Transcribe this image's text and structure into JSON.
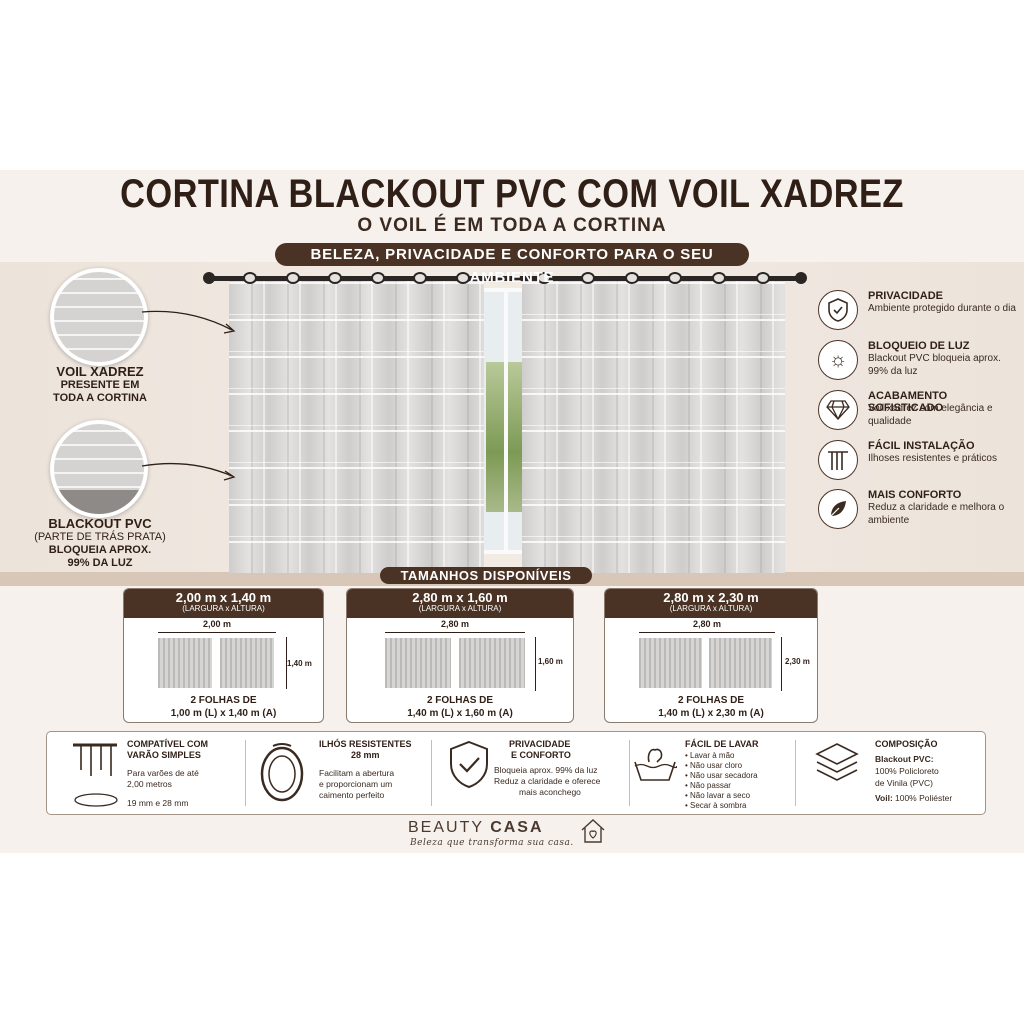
{
  "header": {
    "title": "CORTINA BLACKOUT PVC COM VOIL XADREZ",
    "subtitle": "O VOIL É EM TODA A CORTINA",
    "tagline": "BELEZA, PRIVACIDADE E CONFORTO PARA O SEU AMBIENTE"
  },
  "callouts": {
    "voil": {
      "title": "VOIL XADREZ",
      "line1": "PRESENTE EM",
      "line2": "TODA A CORTINA"
    },
    "blackout": {
      "title": "BLACKOUT PVC",
      "line1": "(PARTE DE TRÁS PRATA)",
      "line2": "BLOQUEIA APROX.",
      "line3": "99% DA LUZ"
    }
  },
  "features": [
    {
      "icon": "shield-icon",
      "title": "PRIVACIDADE",
      "desc": "Ambiente protegido durante o dia"
    },
    {
      "icon": "sun-icon",
      "title": "BLOQUEIO DE LUZ",
      "desc": "Blackout PVC bloqueia aprox. 99% da luz"
    },
    {
      "icon": "diamond-icon",
      "title": "ACABAMENTO SOFISTICADO",
      "desc": "Voil xadrez com elegância e qualidade"
    },
    {
      "icon": "curtain-rod-icon",
      "title": "FÁCIL INSTALAÇÃO",
      "desc": "Ilhoses resistentes e práticos"
    },
    {
      "icon": "leaf-icon",
      "title": "MAIS CONFORTO",
      "desc": "Reduz a claridade e melhora o ambiente"
    }
  ],
  "sizes": {
    "heading": "TAMANHOS DISPONÍVEIS",
    "subtitle": "(LARGURA x ALTURA)",
    "folhas_label": "2 FOLHAS DE",
    "options": [
      {
        "label": "2,00 m x 1,40 m",
        "width": "2,00 m",
        "height": "1,40 m",
        "folha": "1,00 m (L) x 1,40 m (A)"
      },
      {
        "label": "2,80 m x 1,60 m",
        "width": "2,80 m",
        "height": "1,60 m",
        "folha": "1,40 m (L) x 1,60 m (A)"
      },
      {
        "label": "2,80 m x 2,30 m",
        "width": "2,80 m",
        "height": "2,30 m",
        "folha": "1,40 m (L) x 2,30 m (A)"
      }
    ]
  },
  "info": {
    "compat": {
      "title1": "COMPATÍVEL COM",
      "title2": "VARÃO SIMPLES",
      "desc1": "Para varões de até",
      "desc2": "2,00 metros",
      "desc3": "19 mm e 28 mm"
    },
    "ilhos": {
      "title1": "ILHÓS RESISTENTES",
      "title2": "28 mm",
      "desc1": "Facilitam a abertura",
      "desc2": "e proporcionam um",
      "desc3": "caimento perfeito"
    },
    "priv": {
      "title1": "PRIVACIDADE",
      "title2": "E CONFORTO",
      "desc1": "Bloqueia aprox. 99% da luz",
      "desc2": "Reduz a claridade e oferece",
      "desc3": "mais aconchego"
    },
    "lavar": {
      "title": "FÁCIL DE LAVAR",
      "items": [
        "• Lavar à mão",
        "• Não usar cloro",
        "• Não usar secadora",
        "• Não passar",
        "• Não lavar a seco",
        "• Secar à sombra"
      ]
    },
    "comp": {
      "title": "COMPOSIÇÃO",
      "line1": "Blackout PVC:",
      "line2": "100% Policloreto",
      "line3": "de Vinila (PVC)",
      "voil_label": "Voil:",
      "voil_value": "100% Poliéster"
    }
  },
  "brand": {
    "name_light": "BEAUTY",
    "name_bold": "CASA",
    "slogan": "Beleza que transforma sua casa."
  },
  "colors": {
    "brown": "#4a3325",
    "banner_bg": "#f6f1ec"
  }
}
